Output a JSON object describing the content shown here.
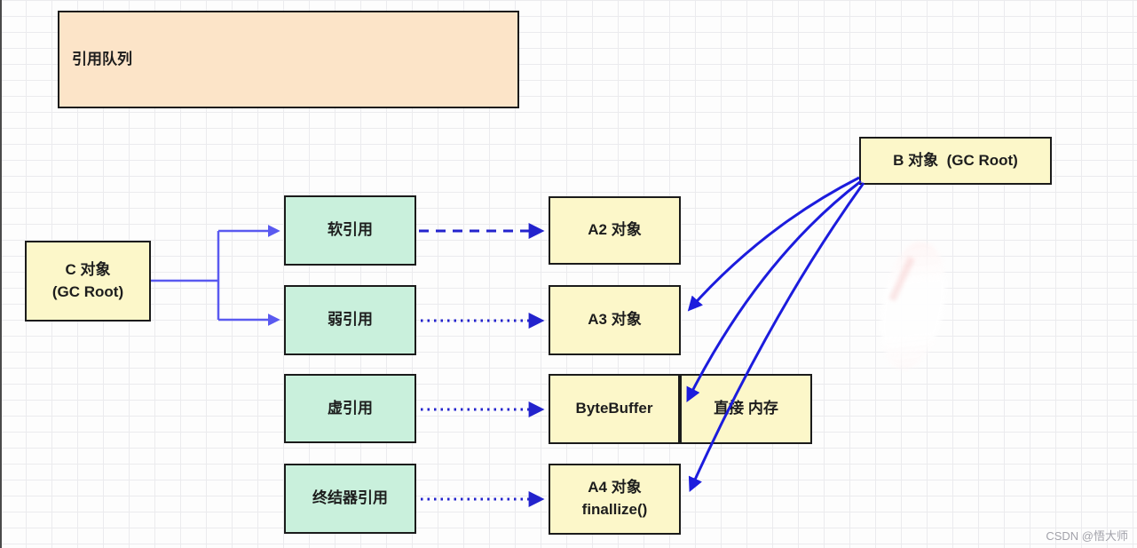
{
  "nodes": {
    "reference_queue": {
      "label": "引用队列"
    },
    "c_object": {
      "label_line1": "C 对象",
      "label_line2": "(GC Root)"
    },
    "soft_ref": {
      "label": "软引用"
    },
    "weak_ref": {
      "label": "弱引用"
    },
    "phantom_ref": {
      "label": "虚引用"
    },
    "finalizer_ref": {
      "label": "终结器引用"
    },
    "a2_object": {
      "label": "A2 对象"
    },
    "a3_object": {
      "label": "A3 对象"
    },
    "bytebuffer": {
      "label": "ByteBuffer"
    },
    "direct_memory": {
      "label": "直接 内存"
    },
    "a4_object": {
      "label_line1": "A4 对象",
      "label_line2": "finallize()"
    },
    "b_object": {
      "label": "B 对象  (GC Root)"
    }
  },
  "edges": {
    "c_to_soft": {
      "from": "c_object",
      "to": "soft_ref",
      "style": "solid"
    },
    "c_to_weak": {
      "from": "c_object",
      "to": "weak_ref",
      "style": "solid"
    },
    "soft_to_a2": {
      "from": "soft_ref",
      "to": "a2_object",
      "style": "dashed"
    },
    "weak_to_a3": {
      "from": "weak_ref",
      "to": "a3_object",
      "style": "dotted"
    },
    "phantom_to_bytebuffer": {
      "from": "phantom_ref",
      "to": "bytebuffer",
      "style": "dotted"
    },
    "finalizer_to_a4": {
      "from": "finalizer_ref",
      "to": "a4_object",
      "style": "dotted"
    },
    "b_to_a3": {
      "from": "b_object",
      "to": "a3_object",
      "style": "solid"
    },
    "b_to_bytebuffer": {
      "from": "b_object",
      "to": "bytebuffer",
      "style": "solid"
    },
    "b_to_a4": {
      "from": "b_object",
      "to": "a4_object",
      "style": "solid"
    }
  },
  "colors": {
    "peach_fill": "#fce4c8",
    "yellow_fill": "#fcf7c9",
    "green_fill": "#c9f0dc",
    "node_border": "#1b1b1b",
    "branch_arrow": "#5a5af0",
    "reference_arrow": "#2323cd",
    "gc_root_arrow": "#1c1cdd",
    "watermark_text": "#a2a2aa"
  },
  "watermark": {
    "text": "CSDN @悟大师"
  }
}
